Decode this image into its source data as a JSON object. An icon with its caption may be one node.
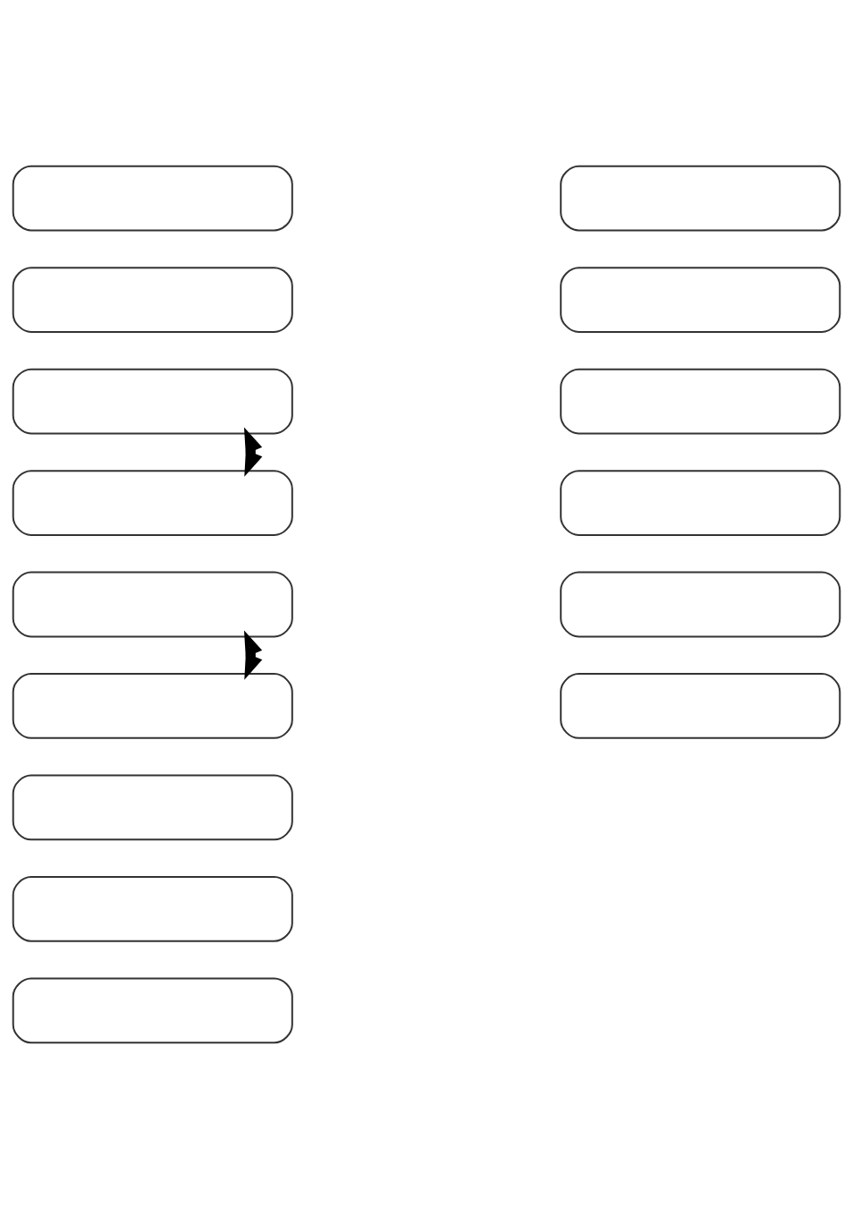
{
  "diagram": {
    "nodes": [
      {
        "text": [],
        "shape": "box"
      },
      {
        "text": [],
        "shape": "box"
      },
      {
        "text": [],
        "shape": "box"
      },
      {
        "text": [],
        "shape": "box"
      },
      {
        "text": [],
        "shape": "box"
      },
      {
        "text": [],
        "shape": "box"
      },
      {
        "text": [],
        "shape": "box"
      },
      {
        "text": [],
        "shape": "box"
      },
      {
        "text": [],
        "shape": "box"
      },
      {
        "text": [],
        "shape": "box"
      },
      {
        "text": [],
        "shape": "box"
      },
      {
        "text": [],
        "shape": "box"
      },
      {
        "text": [],
        "shape": "box"
      },
      {
        "text": [],
        "shape": "box"
      },
      {
        "text": [],
        "shape": "box"
      }
    ],
    "edges": [
      {
        "from": 2,
        "to": 3,
        "arrow": "both"
      },
      {
        "from": 4,
        "to": 5,
        "arrow": "both"
      }
    ]
  }
}
